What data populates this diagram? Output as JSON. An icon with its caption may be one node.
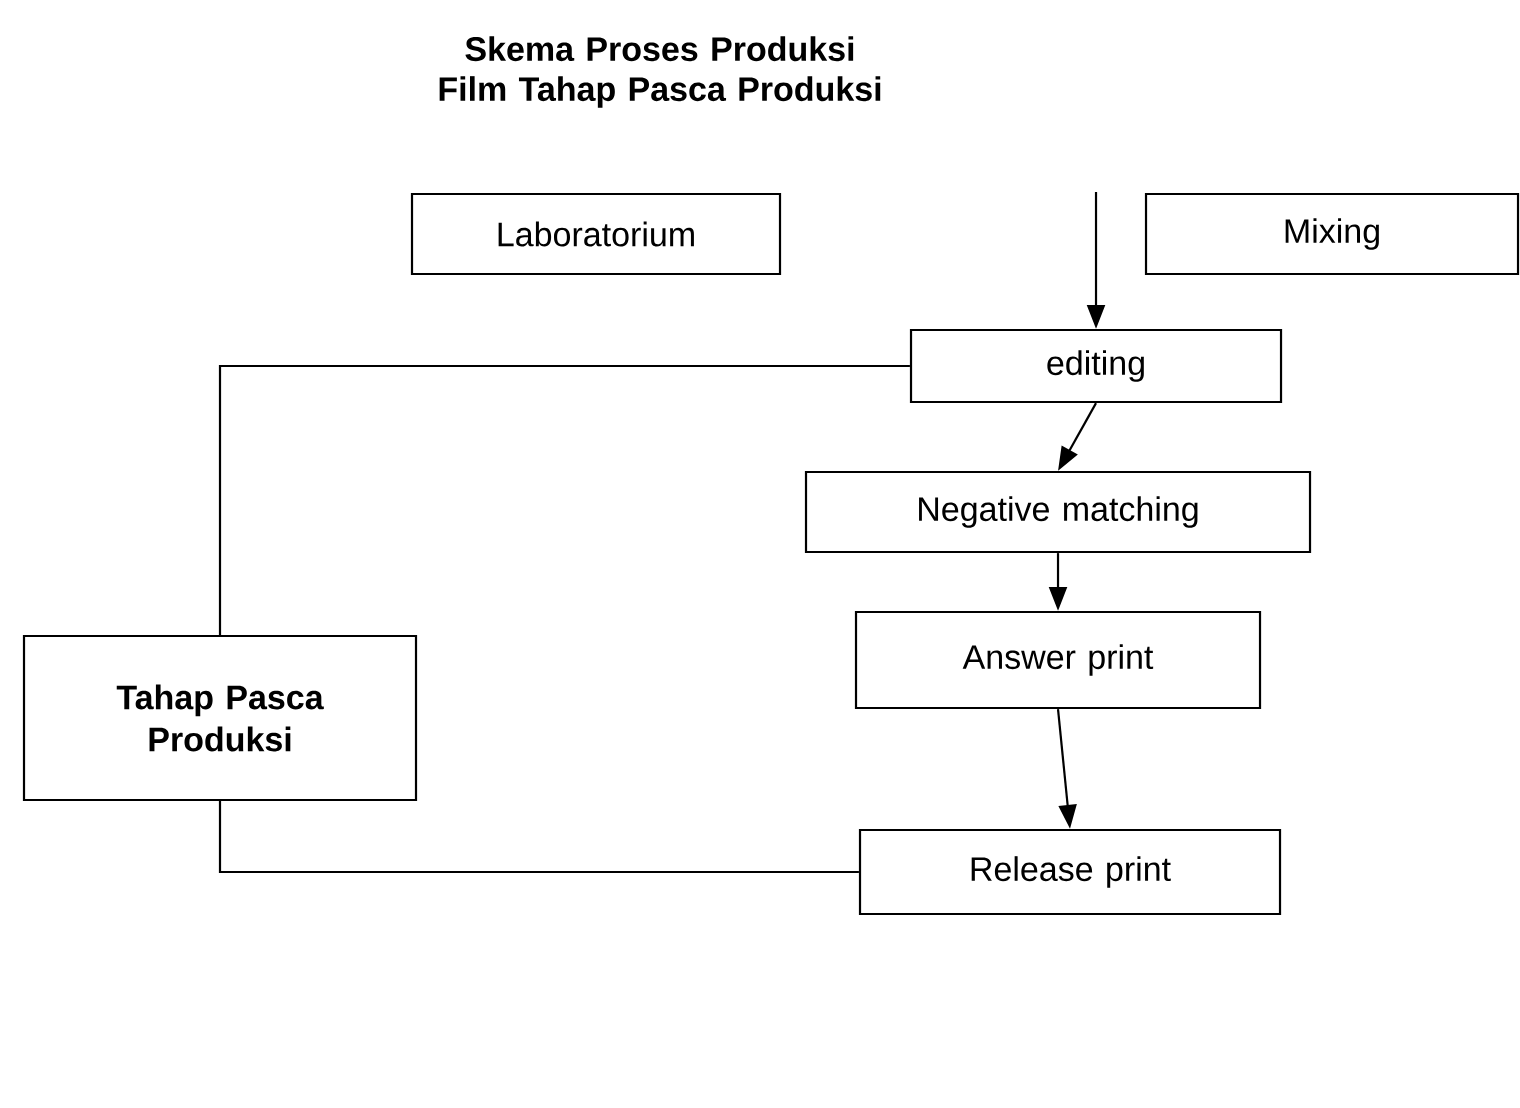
{
  "diagram": {
    "title": "Skema Proses Produksi Film Tahap Pasca Produksi",
    "nodes": [
      {
        "text": [
          "Laboratorium"
        ]
      },
      {
        "text": [
          "Mixing"
        ]
      },
      {
        "text": [
          "editing"
        ]
      },
      {
        "text": [
          "Negative matching"
        ]
      },
      {
        "text": [
          "Answer print"
        ]
      },
      {
        "text": [
          "Tahap Pasca Produksi"
        ]
      },
      {
        "text": [
          "Release print"
        ]
      }
    ],
    "edges": [
      {
        "from": null,
        "to": 2,
        "arrow": "to"
      },
      {
        "from": 2,
        "to": 3,
        "arrow": "to"
      },
      {
        "from": 3,
        "to": 4,
        "arrow": "to"
      },
      {
        "from": 4,
        "to": 6,
        "arrow": "to"
      },
      {
        "from": 2,
        "to": 5,
        "arrow": "none"
      },
      {
        "from": 5,
        "to": 6,
        "arrow": "none"
      }
    ]
  }
}
